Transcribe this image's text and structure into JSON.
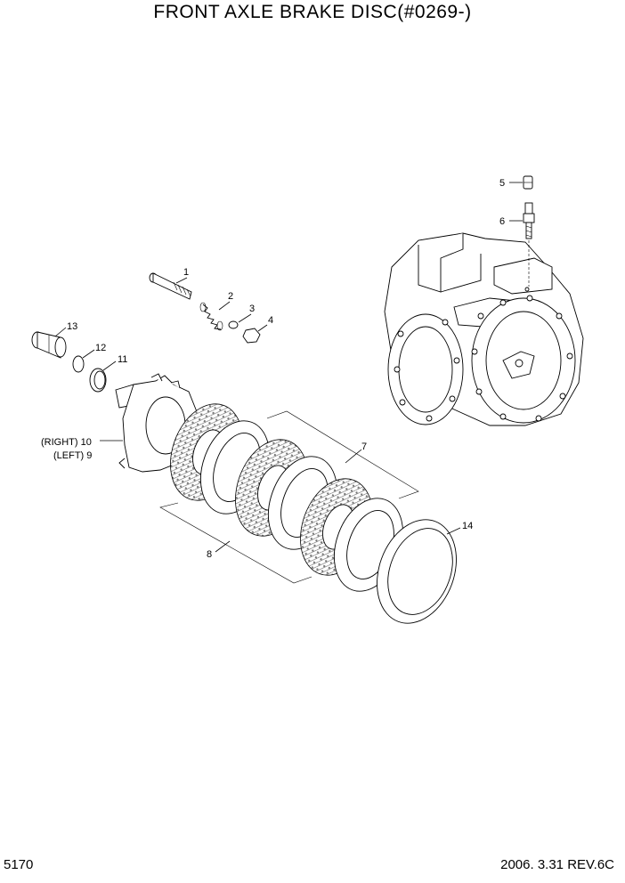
{
  "title": "FRONT AXLE BRAKE DISC(#0269-)",
  "page_number": "5170",
  "revision": "2006. 3.31  REV.6C",
  "callouts": {
    "p1": "1",
    "p2": "2",
    "p3": "3",
    "p4": "4",
    "p5": "5",
    "p6": "6",
    "p7": "7",
    "p8": "8",
    "p11": "11",
    "p12": "12",
    "p13": "13",
    "p14": "14",
    "right10": "(RIGHT) 10",
    "left9": "(LEFT) 9"
  }
}
